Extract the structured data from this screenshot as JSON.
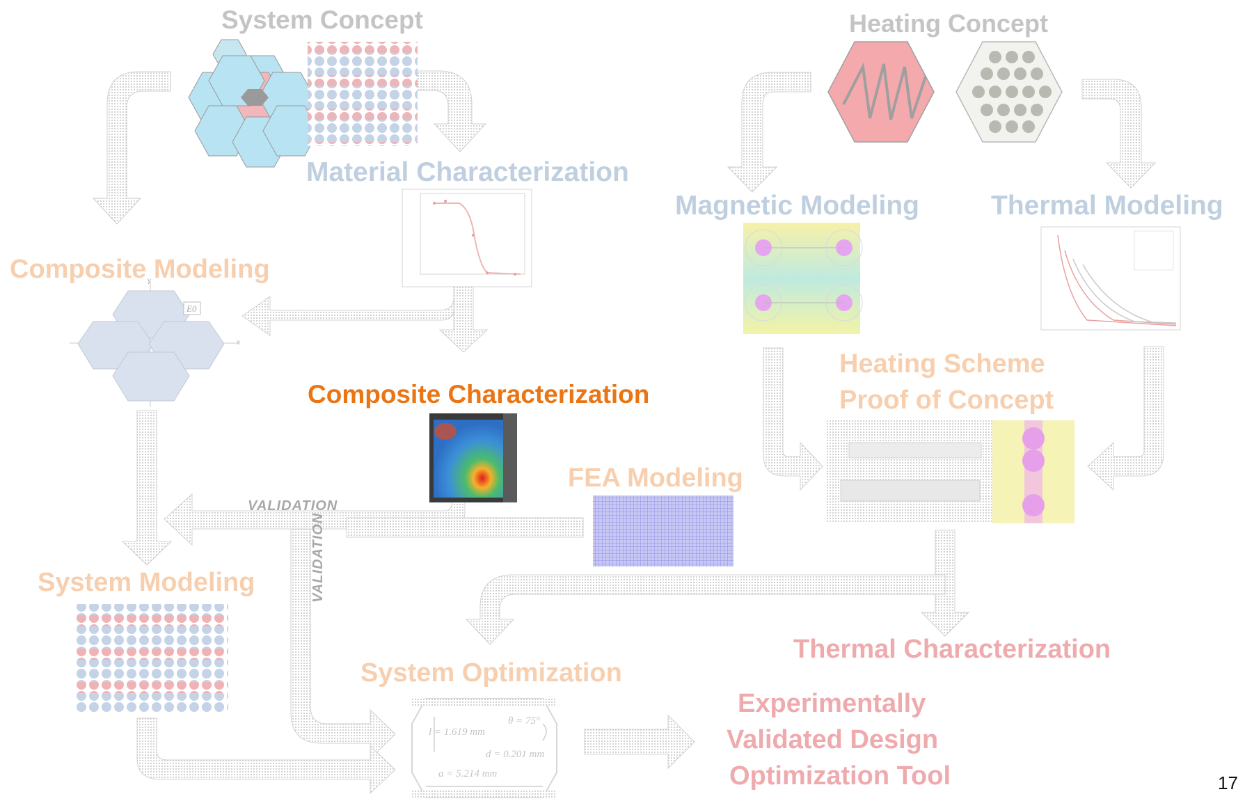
{
  "labels": {
    "system_concept": "System Concept",
    "heating_concept": "Heating Concept",
    "material_characterization": "Material Characterization",
    "magnetic_modeling": "Magnetic Modeling",
    "thermal_modeling": "Thermal Modeling",
    "composite_modeling": "Composite Modeling",
    "heating_scheme_line1": "Heating Scheme",
    "heating_scheme_line2": "Proof of Concept",
    "composite_characterization": "Composite Characterization",
    "fea_modeling": "FEA Modeling",
    "system_modeling": "System Modeling",
    "thermal_characterization": "Thermal Characterization",
    "system_optimization": "System Optimization",
    "result_line1": "Experimentally",
    "result_line2": "Validated Design",
    "result_line3": "Optimization Tool"
  },
  "validation_labels": {
    "horizontal": "VALIDATION",
    "vertical": "VALIDATION"
  },
  "optimization_params": {
    "l": "l = 1.619 mm",
    "theta": "θ = 75°",
    "d": "d = 0.201 mm",
    "a": "a = 5.214 mm"
  },
  "composite_axis": {
    "e0": "E0",
    "y": "y",
    "x": "x"
  },
  "page_number": "17",
  "colors": {
    "arrow": "#cfcfcf",
    "concept_gray": "#c4c4c4",
    "characterization_blue": "#bfcfdf",
    "modeling_peach": "#f7cfae",
    "outcome_pink": "#efaaae",
    "highlight_orange": "#ea7514"
  }
}
